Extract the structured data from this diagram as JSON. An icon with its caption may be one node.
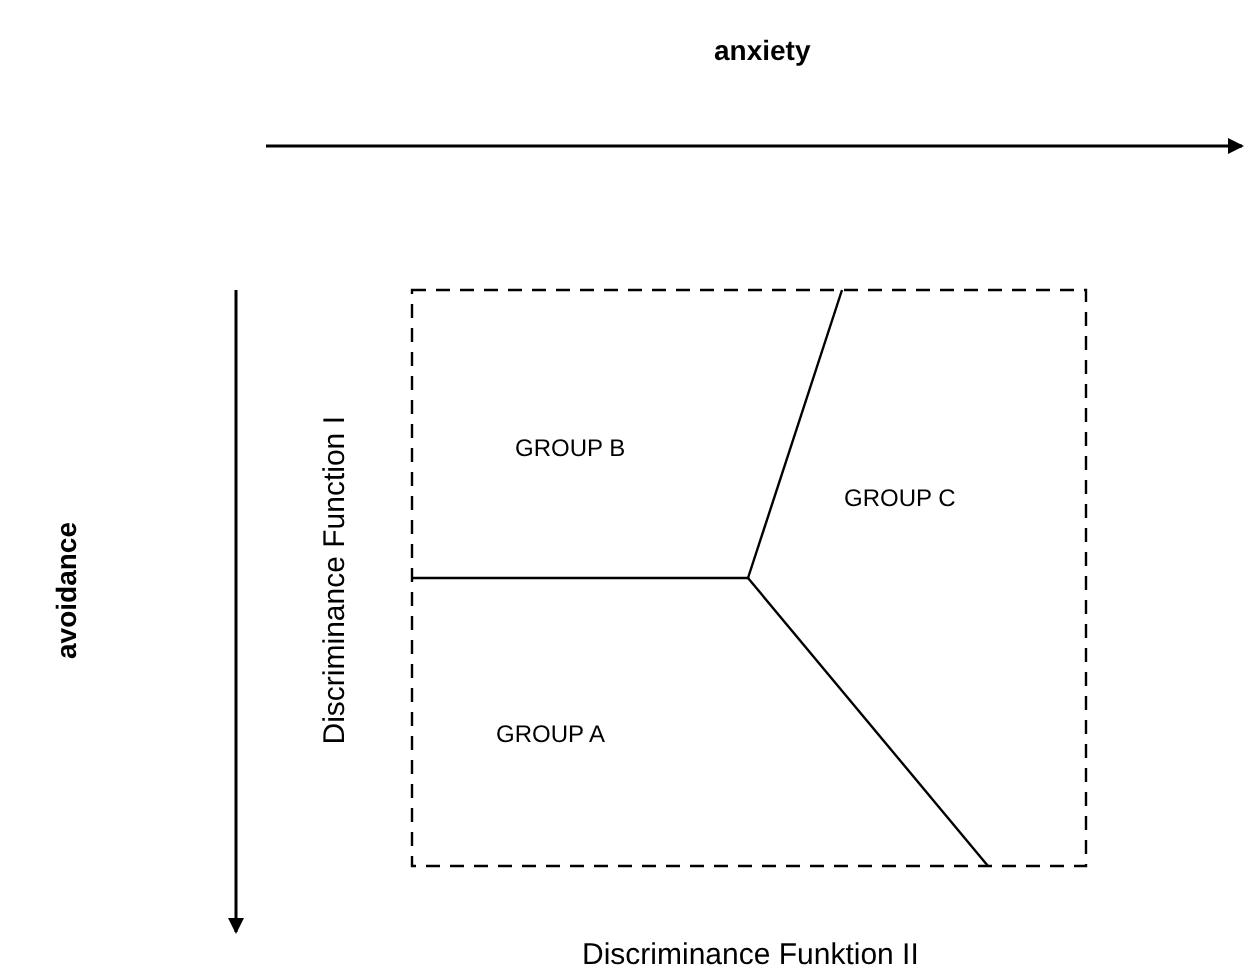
{
  "diagram": {
    "labels": [
      "anxiety",
      "avoidance",
      "Discriminance Function I",
      "GROUP B",
      "GROUP C",
      "GROUP A",
      "Discriminance Funktion II"
    ]
  }
}
